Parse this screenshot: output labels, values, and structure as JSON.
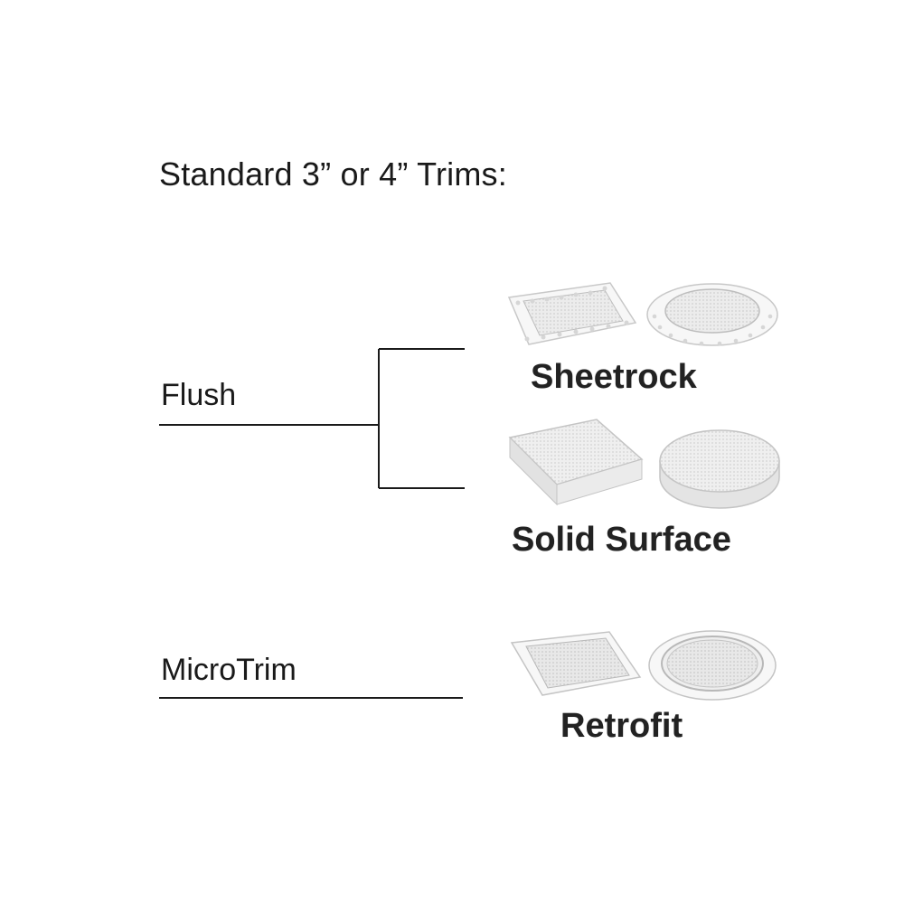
{
  "title": "Standard 3” or 4” Trims:",
  "categories": [
    {
      "label": "Flush",
      "options": [
        "Sheetrock",
        "Solid Surface"
      ]
    },
    {
      "label": "MicroTrim",
      "options": [
        "Retrofit"
      ]
    }
  ],
  "icons": {
    "sheetrock": [
      "square-perforated-trim-icon",
      "round-perforated-trim-icon"
    ],
    "solid_surface": [
      "square-block-trim-icon",
      "round-block-trim-icon"
    ],
    "retrofit": [
      "square-thin-trim-icon",
      "round-thin-trim-icon"
    ]
  },
  "colors": {
    "line": "#1a1a1a",
    "text": "#1a1a1a",
    "product": "#f4f4f4"
  }
}
